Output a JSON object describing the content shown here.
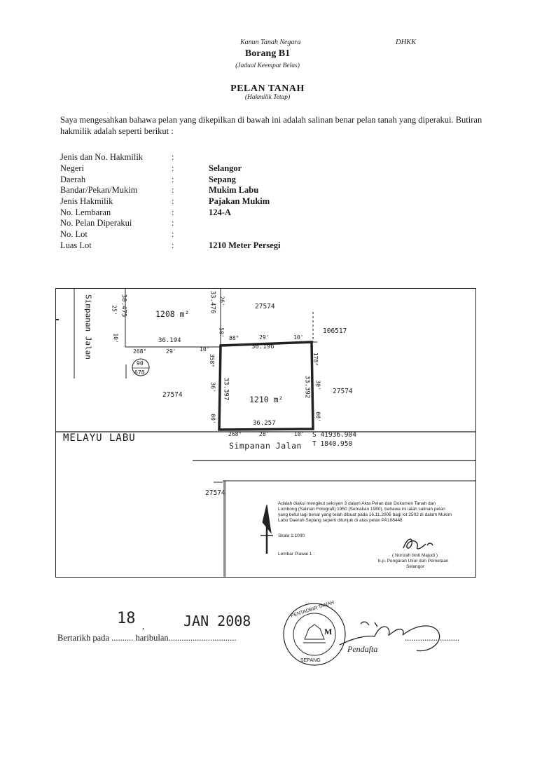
{
  "header": {
    "act": "Kanun Tanah Negara",
    "code": "DHKK",
    "form_title": "Borang B1",
    "schedule": "(Jadual Keempat Belas)",
    "doc_title": "PELAN TANAH",
    "doc_subtitle": "(Hakmilik Tetap)"
  },
  "intro": "Saya mengesahkan bahawa pelan yang dikepilkan di bawah ini adalah salinan benar pelan tanah yang diperakui. Butiran hakmilik adalah seperti berikut :",
  "details": [
    {
      "label": "Jenis dan No. Hakmilik",
      "value": ""
    },
    {
      "label": "Negeri",
      "value": "Selangor"
    },
    {
      "label": "Daerah",
      "value": "Sepang"
    },
    {
      "label": "Bandar/Pekan/Mukim",
      "value": "Mukim Labu"
    },
    {
      "label": "Jenis Hakmilik",
      "value": "Pajakan Mukim"
    },
    {
      "label": "No. Lembaran",
      "value": "124-A"
    },
    {
      "label": "No. Pelan Diperakui",
      "value": ""
    },
    {
      "label": "No. Lot",
      "value": ""
    },
    {
      "label": "Luas Lot",
      "value": "1210 Meter Persegi"
    }
  ],
  "colon": ":",
  "plan": {
    "road_vertical": "Simpanan Jalan",
    "road_bottom": "Simpanan Jalan",
    "melayu": "MELAYU LABU",
    "area_north": "1208 m²",
    "area_lot": "1210 m²",
    "lot_27574_a": "27574",
    "lot_27574_b": "27574",
    "lot_27574_c": "27574",
    "lot_27574_d": "27574",
    "lot_106517": "106517",
    "circle_top": "90",
    "circle_bottom": "678",
    "d_30475": "30.475",
    "d_33476": "33.476",
    "d_36194": "36.194",
    "d_36196": "36.196",
    "d_33397": "33.397",
    "d_33392": "33.392",
    "d_36257": "36.257",
    "b_25": "25'",
    "b_10a": "10'",
    "b_26": "26'",
    "b_50": "50'",
    "b_88": "88°",
    "b_29a": "29'",
    "b_10b": "10'",
    "b_268a": "268°",
    "b_29b": "29'",
    "b_10c": "10'",
    "b_358": "358°",
    "b_36": "36'",
    "b_00a": "00'",
    "b_178": "178°",
    "b_30": "30'",
    "b_00b": "00'",
    "b_268b": "268°",
    "b_28": "28'",
    "b_10d": "10'",
    "coord_s": "S 41936.904",
    "coord_t": "T 1840.950"
  },
  "certificate": {
    "text": "Adalah diakui mengikut seksyen 3 dalam Akta Pelan dan Dokumen Tanah dan Lombong (Salinan Fotografi) 1950 (Semakan 1980), bahawa ini ialah salinan pelan yang betul lagi benar yang telah dibuat pada 16.11.2006 bagi lot 2502 di dalam Mukim Labu Daerah Sepang seperti ditunjuk di atas pelan PA108448",
    "scale": "Skala 1:1000",
    "sheet": "Lembar Piawai 1 : ",
    "signer": "( Norizah binti Majudi )",
    "signer_title": "b.p. Pengarah Ukur dan Pemetaan",
    "signer_state": "Selangor"
  },
  "stamp_date": {
    "day": "18",
    "month_year": "JAN 2008"
  },
  "footer": {
    "dated_prefix": "Bertarikh pada",
    "dots_1": " ..........",
    "haribulan": "haribulan",
    "dots_2": "...............................",
    "dots_3": ".........................",
    "pendaftar": "Pendafta"
  },
  "seal": {
    "top_text": "PENTADBIR TANAH",
    "bottom_text": "SEPANG",
    "center": "M"
  }
}
